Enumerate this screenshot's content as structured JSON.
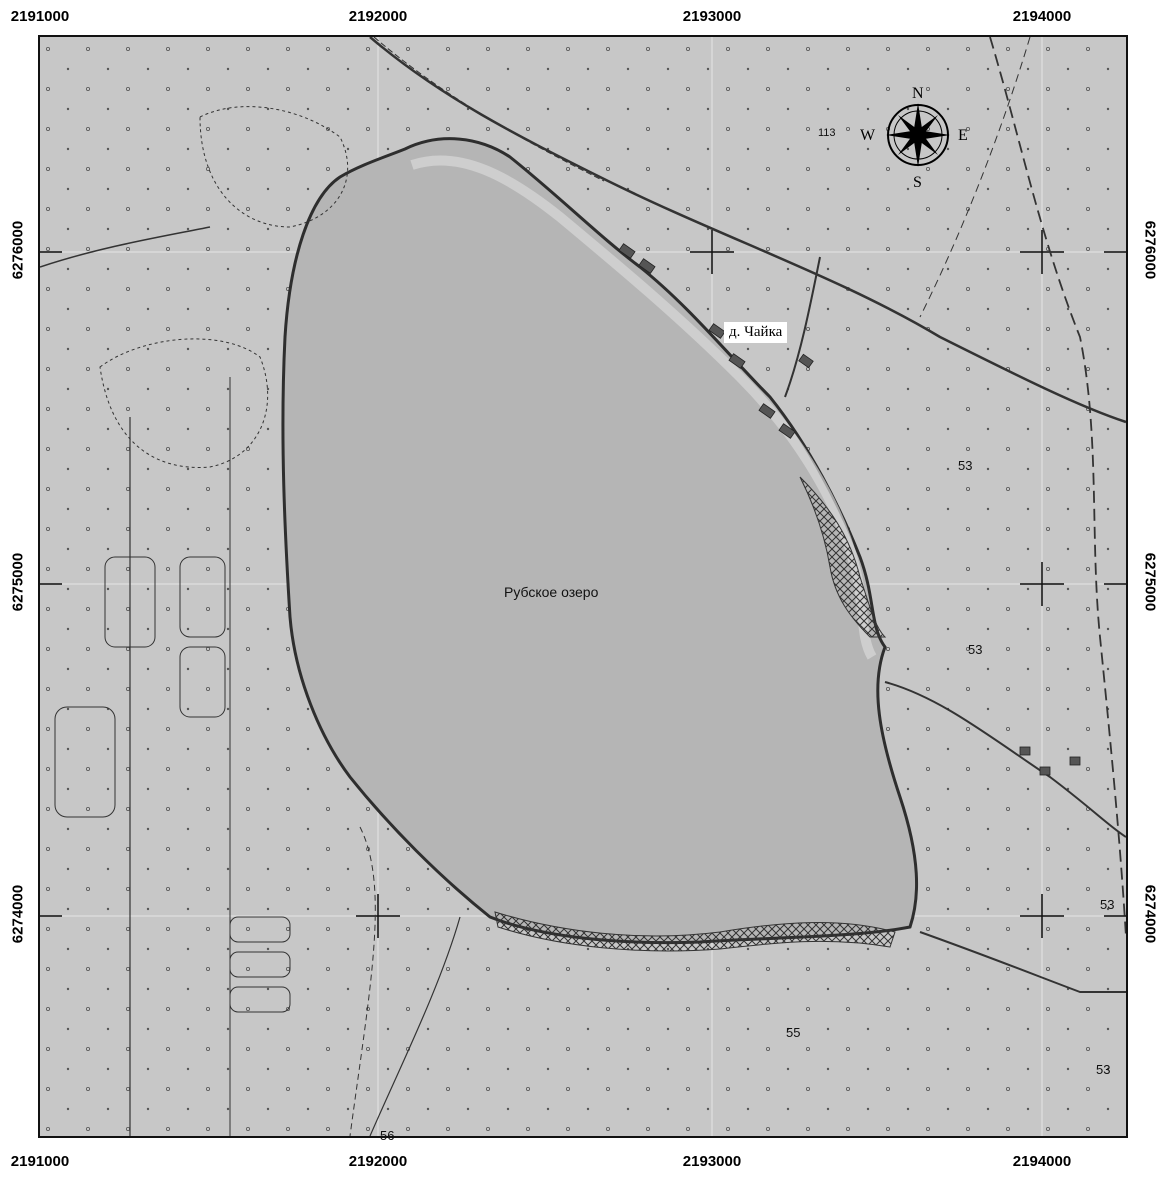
{
  "map": {
    "x_ticks": [
      "2191000",
      "2192000",
      "2193000",
      "2194000"
    ],
    "y_ticks": [
      "6276000",
      "6275000",
      "6274000"
    ],
    "lake_name": "Рубское озеро",
    "village_name": "д. Чайка",
    "parcel_numbers": [
      "53",
      "53",
      "53",
      "55",
      "53",
      "56",
      "113"
    ],
    "compass": {
      "n": "N",
      "s": "S",
      "e": "E",
      "w": "W"
    },
    "colors": {
      "background": "#c7c7c7",
      "lake": "#b5b5b5",
      "lines": "#3a3a3a",
      "grid": "#e8e8e8"
    }
  }
}
